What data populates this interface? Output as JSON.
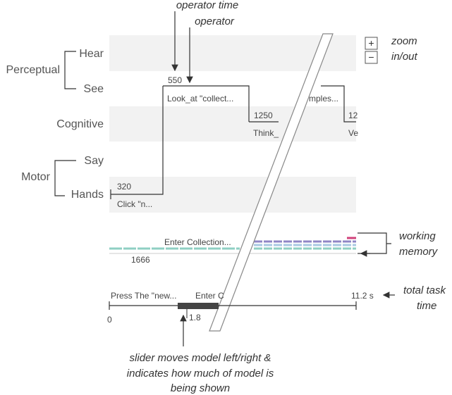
{
  "rows": {
    "hear": "Hear",
    "see": "See",
    "cognitive": "Cognitive",
    "say": "Say",
    "hands": "Hands",
    "perceptual": "Perceptual",
    "motor": "Motor"
  },
  "operators": {
    "hands_time": "320",
    "hands_label": "Click \"n...",
    "see_time": "550",
    "see_label": "Look_at \"collect...",
    "see2_label": "mples...",
    "cog_time": "1250",
    "cog_label": "Think_",
    "cog2_time": "12",
    "cog2_label": "Ve"
  },
  "memory": {
    "label": "Enter Collection...",
    "time": "1666"
  },
  "timeline": {
    "step1": "Press The \"new...",
    "step2": "Enter C",
    "total": "11.2 s",
    "start": "0",
    "slider_value": "1.8"
  },
  "controls": {
    "zoom_in": "+",
    "zoom_out": "−"
  },
  "annotations": {
    "operator_time": "operator time",
    "operator": "operator",
    "zoom1": "zoom",
    "zoom2": "in/out",
    "wm1": "working",
    "wm2": "memory",
    "total1": "total task",
    "total2": "time",
    "slider1": "slider moves model left/right &",
    "slider2": "indicates how much of model is",
    "slider3": "being shown"
  },
  "colors": {
    "band": "#f2f2f2",
    "line": "#333333",
    "teal": "#8fcfc3",
    "purple": "#8f86c6",
    "blue": "#a9c9e3",
    "pink": "#d0407a",
    "slider": "#444444"
  }
}
